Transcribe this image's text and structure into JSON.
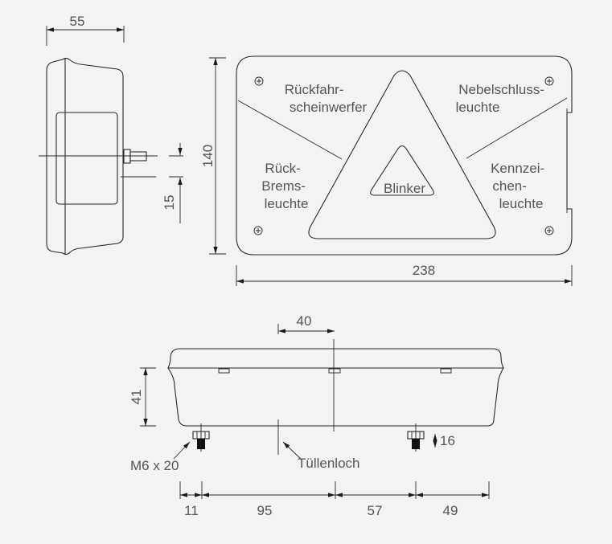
{
  "dimensions": {
    "side_depth": "55",
    "height": "140",
    "stud_offset": "15",
    "width": "238",
    "centre_offset": "40",
    "body_depth": "41",
    "bolt_length": "16",
    "seg_1": "11",
    "seg_2": "95",
    "seg_3": "57",
    "seg_4": "49"
  },
  "labels": {
    "reverse_light": [
      "Rückfahr-",
      "scheinwerfer"
    ],
    "fog_light": [
      "Nebelschluss-",
      "leuchte"
    ],
    "brake_light": [
      "Rück-",
      "Brems-",
      "leuchte"
    ],
    "plate_light": [
      "Kennzei-",
      "chen-",
      "leuchte"
    ],
    "indicator": "Blinker",
    "bolt": "M6 x 20",
    "grommet_hole": "Tüllenloch"
  }
}
